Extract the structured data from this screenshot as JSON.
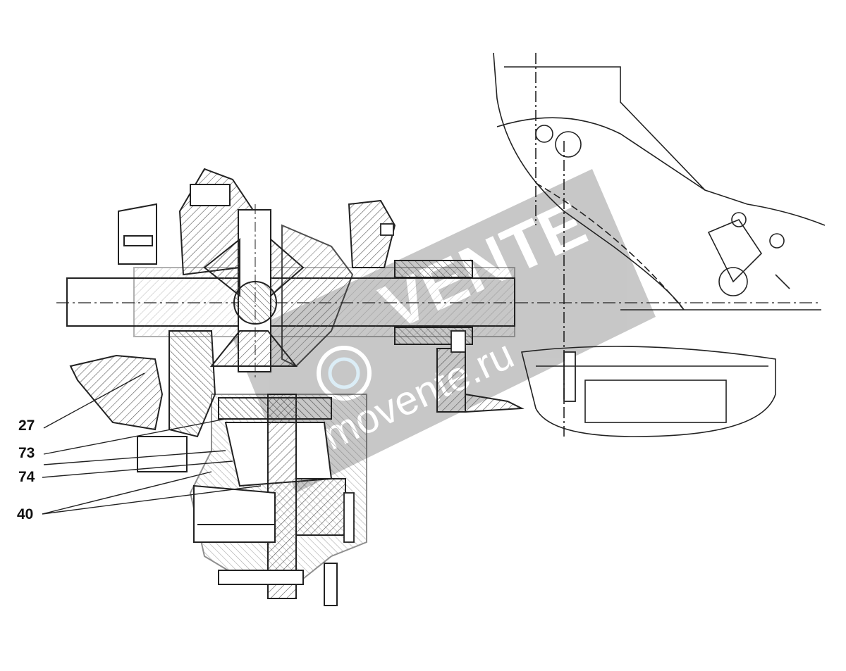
{
  "callouts": [
    {
      "label": "27"
    },
    {
      "label": "73"
    },
    {
      "label": "74"
    },
    {
      "label": "40"
    }
  ],
  "watermark": {
    "text": "movente.ru",
    "logo_text": "VENTE"
  },
  "colors": {
    "ink": "#222222",
    "hatch": "#555555",
    "watermark_gray": "#9a9a9a"
  }
}
